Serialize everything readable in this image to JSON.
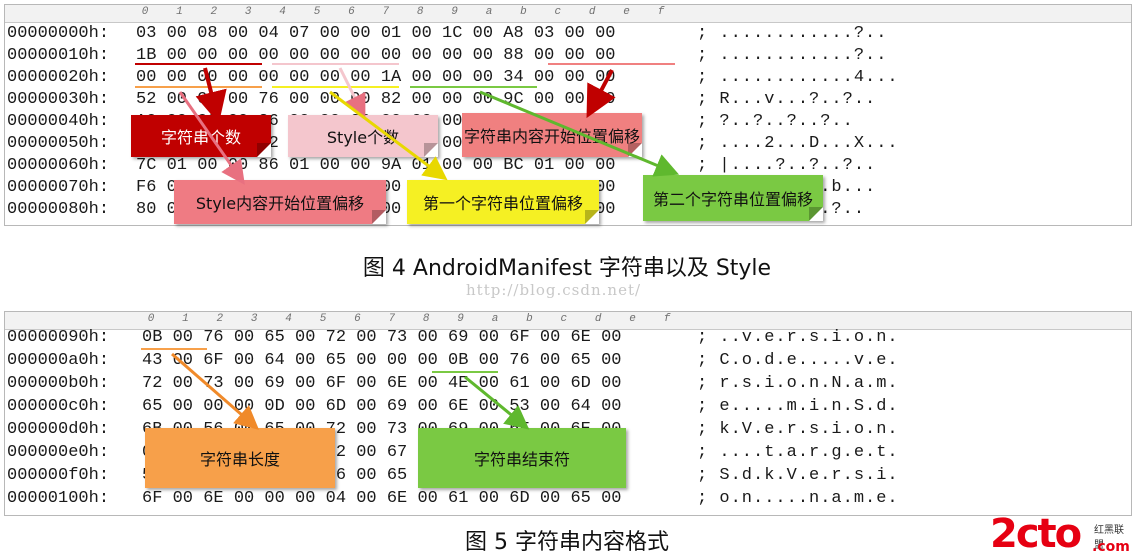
{
  "figure4": {
    "column_headers": [
      "0",
      "1",
      "2",
      "3",
      "4",
      "5",
      "6",
      "7",
      "8",
      "9",
      "a",
      "b",
      "c",
      "d",
      "e",
      "f"
    ],
    "rows": [
      {
        "offset": "00000000h:",
        "bytes": "03 00 08 00 04 07 00 00 01 00 1C 00 A8 03 00 00",
        "ascii": "; ............?.."
      },
      {
        "offset": "00000010h:",
        "bytes": "1B 00 00 00 00 00 00 00 00 00 00 00 88 00 00 00",
        "ascii": "; ............?.."
      },
      {
        "offset": "00000020h:",
        "bytes": "00 00 00 00 00 00 00 00 1A 00 00 00 34 00 00 00",
        "ascii": "; ............4..."
      },
      {
        "offset": "00000030h:",
        "bytes": "52 00 00 00 76 00 00 00 82 00 00 00 9C 00 00 00",
        "ascii": "; R...v...?..?.."
      },
      {
        "offset": "00000040h:",
        "bytes": "A0 00 00 00 36 00 00 00 00 00 00 00 00 00 00 00",
        "ascii": "; ?..?..?..?.."
      },
      {
        "offset": "00000050h:",
        "bytes": "00 00 00 00 32 01 00 00 44 01 00 00 58 01 00 00",
        "ascii": "; ....2...D...X..."
      },
      {
        "offset": "00000060h:",
        "bytes": "7C 01 00 00 86 01 00 00 9A 01 00 00 BC 01 00 00",
        "ascii": "; |....?..?..?.."
      },
      {
        "offset": "00000070h:",
        "bytes": "F6 01 00 00 00 00 00 00 00 00 00 00 12 02 00 00",
        "ascii": "; ..........b..."
      },
      {
        "offset": "00000080h:",
        "bytes": "80 02 00 00 00 00 00 00 00 00 00 00 12 02 00 00",
        "ascii": "; ..........?.."
      }
    ],
    "callouts": {
      "string_count": "字符串个数",
      "style_count": "Style个数",
      "string_data_offset": "字符串内容开始位置偏移",
      "style_data_offset": "Style内容开始位置偏移",
      "first_string_offset": "第一个字符串位置偏移",
      "second_string_offset": "第二个字符串位置偏移"
    },
    "caption": "图  4 AndroidManifest 字符串以及 Style"
  },
  "watermark": "http://blog.csdn.net/",
  "figure5": {
    "column_headers": [
      "0",
      "1",
      "2",
      "3",
      "4",
      "5",
      "6",
      "7",
      "8",
      "9",
      "a",
      "b",
      "c",
      "d",
      "e",
      "f"
    ],
    "rows": [
      {
        "offset": "00000090h:",
        "bytes": "0B 00 76 00 65 00 72 00 73 00 69 00 6F 00 6E 00",
        "ascii": "; ..v.e.r.s.i.o.n."
      },
      {
        "offset": "000000a0h:",
        "bytes": "43 00 6F 00 64 00 65 00 00 00 0B 00 76 00 65 00",
        "ascii": "; C.o.d.e.....v.e."
      },
      {
        "offset": "000000b0h:",
        "bytes": "72 00 73 00 69 00 6F 00 6E 00 4E 00 61 00 6D 00",
        "ascii": "; r.s.i.o.n.N.a.m."
      },
      {
        "offset": "000000c0h:",
        "bytes": "65 00 00 00 0D 00 6D 00 69 00 6E 00 53 00 64 00",
        "ascii": "; e.....m.i.n.S.d."
      },
      {
        "offset": "000000d0h:",
        "bytes": "6B 00 56 00 65 00 72 00 73 00 69 00 6F 00 6E 00",
        "ascii": "; k.V.e.r.s.i.o.n."
      },
      {
        "offset": "000000e0h:",
        "bytes": "00 00 0B 00 61 00 72 00 67 00 65 00 74 00 74 00",
        "ascii": "; ....t.a.r.g.e.t."
      },
      {
        "offset": "000000f0h:",
        "bytes": "53 00 64 00 6B 00 56 00 65 00 72 00 73 00 69 00",
        "ascii": "; S.d.k.V.e.r.s.i."
      },
      {
        "offset": "00000100h:",
        "bytes": "6F 00 6E 00 00 00 04 00 6E 00 61 00 6D 00 65 00",
        "ascii": "; o.n.....n.a.m.e."
      }
    ],
    "callouts": {
      "string_length": "字符串长度",
      "string_terminator": "字符串结束符"
    },
    "caption": "图  5  字符串内容格式"
  },
  "logo": {
    "text": "2cto",
    "domain": ".com",
    "cn": "红黑联盟"
  },
  "colors": {
    "string_count": "#c00000",
    "style_count": "#f4c6cd",
    "string_data_offset": "#f08080",
    "style_data_offset": "#ef7b83",
    "first_string_offset": "#f5f023",
    "second_string_offset": "#7ac943",
    "string_length": "#f7a04a",
    "string_terminator": "#7ac943"
  }
}
